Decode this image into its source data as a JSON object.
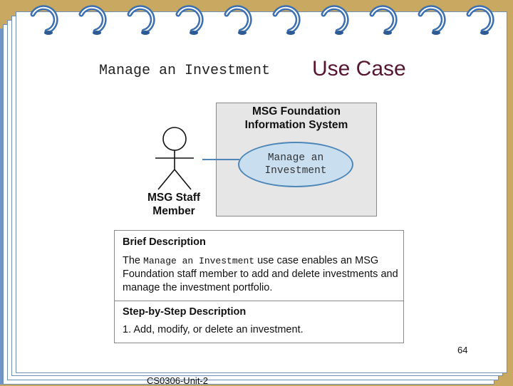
{
  "slide": {
    "title_mono": "Manage an Investment",
    "title_sans": "Use Case",
    "page_number": "64",
    "footer": "CS0306-Unit-2"
  },
  "diagram": {
    "system_title_line1": "MSG Foundation",
    "system_title_line2": "Information System",
    "use_case_line1": "Manage an",
    "use_case_line2": "Investment",
    "actor_line1": "MSG Staff",
    "actor_line2": "Member"
  },
  "description": {
    "brief_heading": "Brief Description",
    "brief_prefix": "The ",
    "brief_usecase": "Manage an Investment",
    "brief_rest": " use case enables an MSG Foundation staff member to add and delete investments and manage the investment portfolio.",
    "step_heading": "Step-by-Step Description",
    "step_1": "1.  Add, modify, or delete an investment."
  },
  "colors": {
    "background": "#c9a961",
    "binding_strip": "#6f95c7",
    "ring": "#3b6fb0",
    "use_case_fill": "#c9dff0",
    "title_accent": "#561530"
  }
}
